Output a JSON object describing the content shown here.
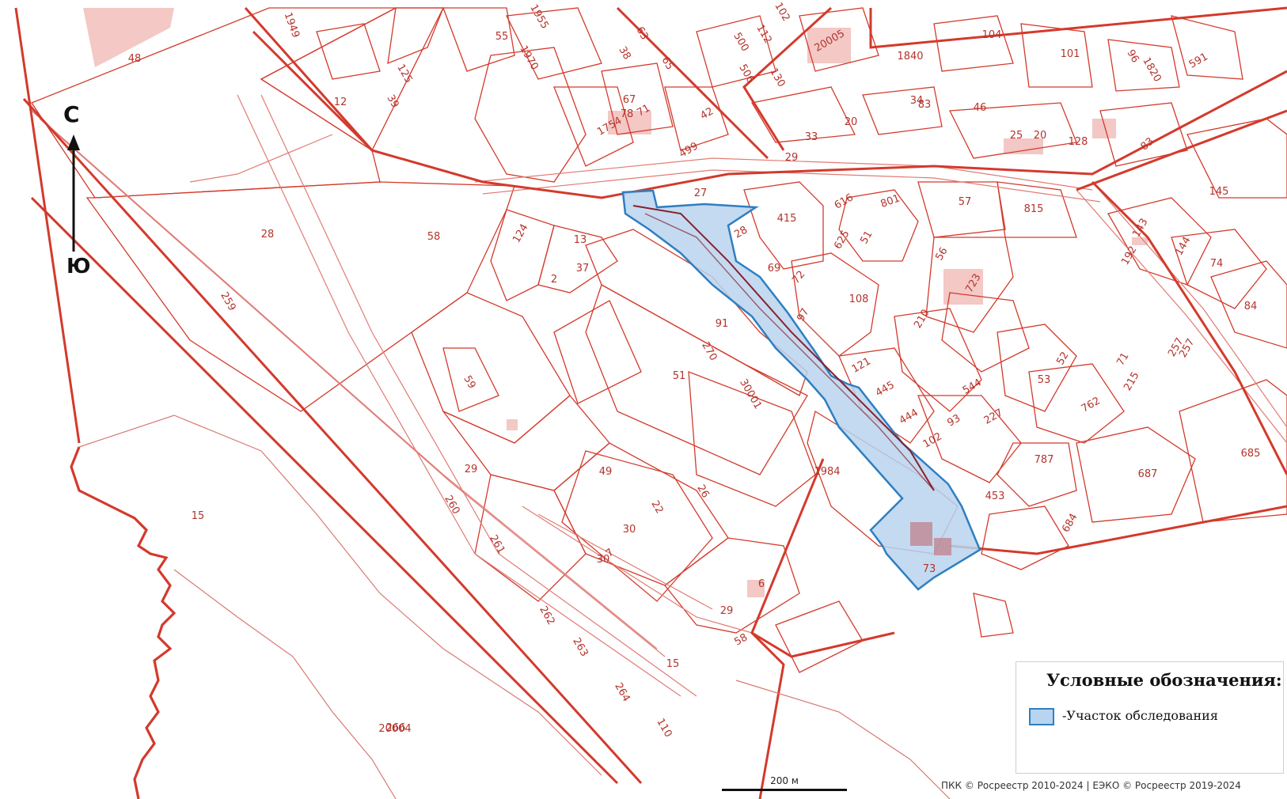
{
  "north_arrow": {
    "north": "С",
    "south": "Ю"
  },
  "legend": {
    "title": "Условные обозначения:",
    "item": "-Участок обследования",
    "swatch_fill": "#b8d4ee",
    "swatch_stroke": "#2f7fc1"
  },
  "scale_bar": {
    "label": "200 м"
  },
  "attribution": "ПКК © Росреестр 2010-2024 | ЕЭКО © Росреестр 2019-2024",
  "colors": {
    "parcel_line": "#d33a2c",
    "parcel_label": "#b3342c",
    "building_fill": "#e99a96"
  },
  "parcel_labels": [
    "48",
    "12",
    "28",
    "58",
    "59",
    "29",
    "15",
    "266",
    "259",
    "260",
    "261",
    "262",
    "263",
    "264",
    "110",
    "51",
    "91",
    "270",
    "30001",
    "49",
    "22",
    "26",
    "30",
    "7",
    "6",
    "58",
    "29",
    "15",
    "1984",
    "20004",
    "1949",
    "55",
    "1970",
    "1955",
    "125",
    "39",
    "1754",
    "71",
    "42",
    "499",
    "500",
    "112",
    "506",
    "130",
    "20005",
    "1840",
    "104",
    "101",
    "96",
    "1820",
    "591",
    "34",
    "83",
    "46",
    "33",
    "20",
    "25",
    "128",
    "83",
    "29",
    "27",
    "28",
    "415",
    "69",
    "72",
    "97",
    "108",
    "121",
    "445",
    "444",
    "102",
    "93",
    "544",
    "227",
    "210",
    "801",
    "616",
    "625",
    "51",
    "56",
    "57",
    "815",
    "723",
    "192",
    "143",
    "144",
    "145",
    "74",
    "84",
    "52",
    "53",
    "71",
    "257",
    "215",
    "762",
    "787",
    "687",
    "685",
    "453",
    "684",
    "73",
    "124",
    "13",
    "37",
    "2",
    "257",
    "78",
    "67",
    "63",
    "38",
    "65",
    "102",
    "20",
    "30"
  ]
}
